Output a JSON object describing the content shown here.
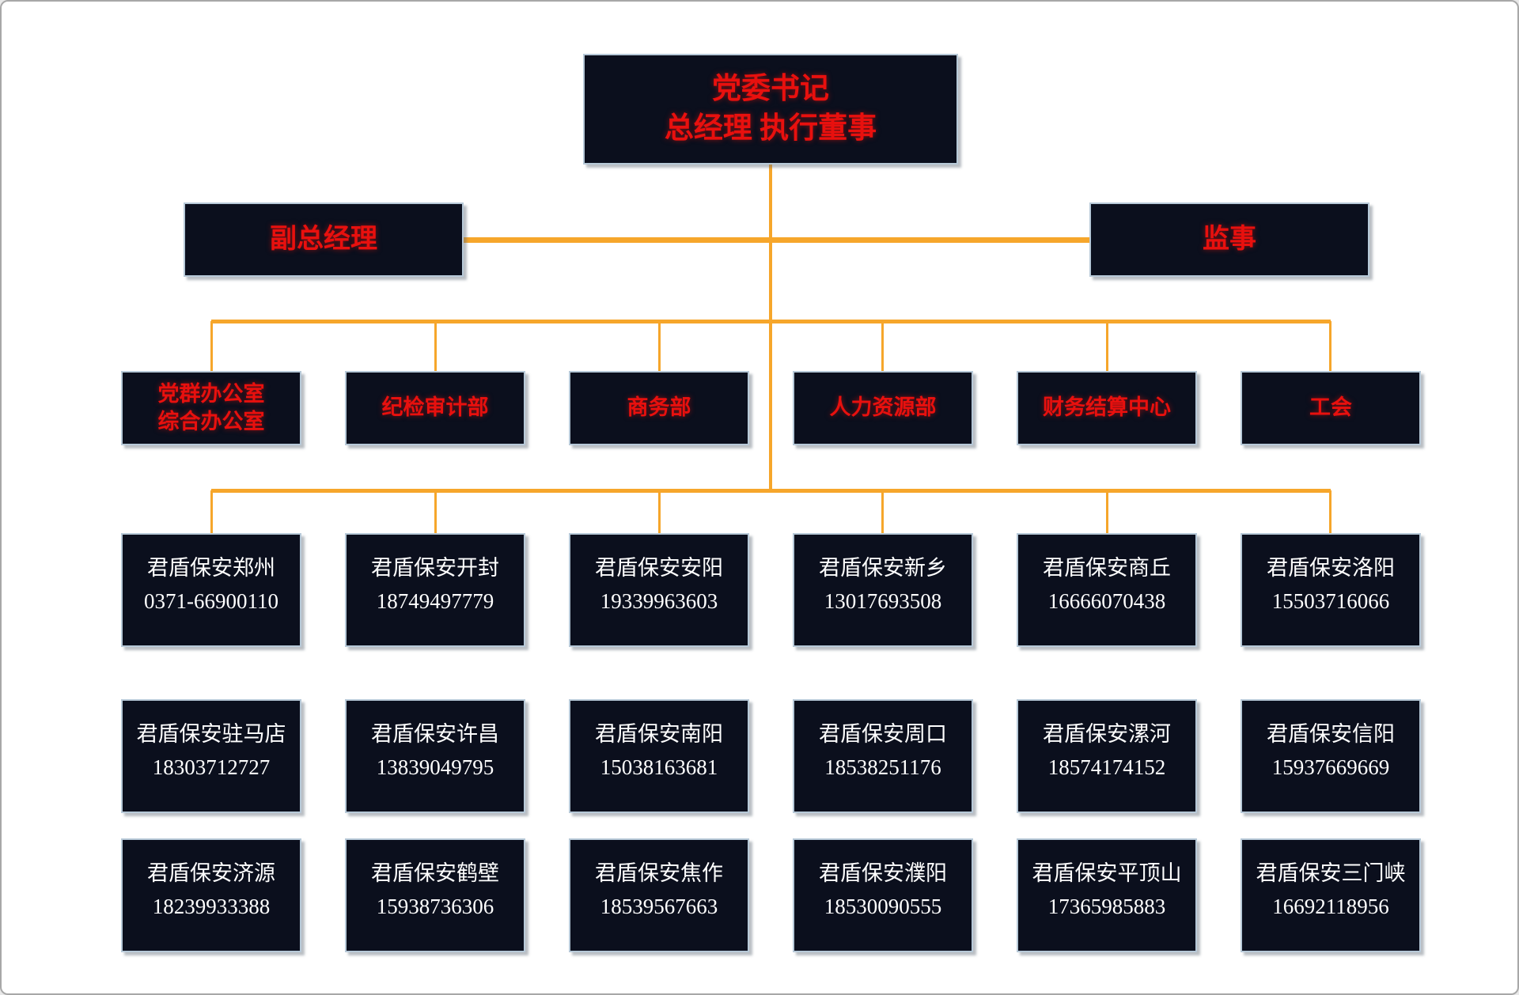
{
  "colors": {
    "box_bg": "#0b0f1d",
    "box_border": "#b7c9d8",
    "connector": "#f6a62b",
    "red_text": "#e8100e",
    "white_text": "#ffffff",
    "canvas_bg": "#ffffff",
    "canvas_border": "#a8a8a8"
  },
  "org": {
    "root": {
      "line1": "党委书记",
      "line2": "总经理 执行董事"
    },
    "deputy_gm": {
      "label": "副总经理"
    },
    "supervisor": {
      "label": "监事"
    },
    "departments": [
      {
        "line1": "党群办公室",
        "line2": "综合办公室"
      },
      {
        "line1": "纪检审计部"
      },
      {
        "line1": "商务部"
      },
      {
        "line1": "人力资源部"
      },
      {
        "line1": "财务结算中心"
      },
      {
        "line1": "工会"
      }
    ],
    "branches": [
      [
        {
          "name": "君盾保安郑州",
          "phone": "0371-66900110"
        },
        {
          "name": "君盾保安开封",
          "phone": "18749497779"
        },
        {
          "name": "君盾保安安阳",
          "phone": "19339963603"
        },
        {
          "name": "君盾保安新乡",
          "phone": "13017693508"
        },
        {
          "name": "君盾保安商丘",
          "phone": "16666070438"
        },
        {
          "name": "君盾保安洛阳",
          "phone": "15503716066"
        }
      ],
      [
        {
          "name": "君盾保安驻马店",
          "phone": "18303712727"
        },
        {
          "name": "君盾保安许昌",
          "phone": "13839049795"
        },
        {
          "name": "君盾保安南阳",
          "phone": "15038163681"
        },
        {
          "name": "君盾保安周口",
          "phone": "18538251176"
        },
        {
          "name": "君盾保安漯河",
          "phone": "18574174152"
        },
        {
          "name": "君盾保安信阳",
          "phone": "15937669669"
        }
      ],
      [
        {
          "name": "君盾保安济源",
          "phone": "18239933388"
        },
        {
          "name": "君盾保安鹤壁",
          "phone": "15938736306"
        },
        {
          "name": "君盾保安焦作",
          "phone": "18539567663"
        },
        {
          "name": "君盾保安濮阳",
          "phone": "18530090555"
        },
        {
          "name": "君盾保安平顶山",
          "phone": "17365985883"
        },
        {
          "name": "君盾保安三门峡",
          "phone": "16692118956"
        }
      ]
    ]
  }
}
